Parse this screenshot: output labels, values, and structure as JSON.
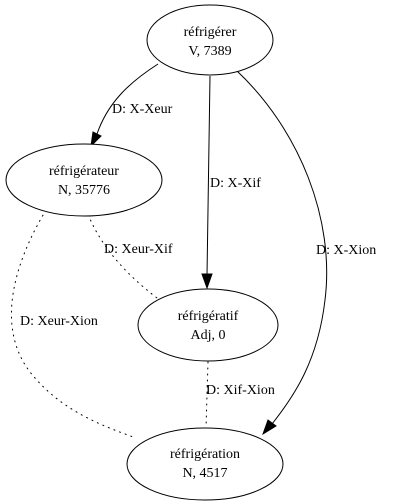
{
  "nodes": {
    "refrigerer": {
      "word": "réfrigérer",
      "info": "V, 7389"
    },
    "refrigerateur": {
      "word": "réfrigérateur",
      "info": "N, 35776"
    },
    "refrigeratif": {
      "word": "réfrigératif",
      "info": "Adj, 0"
    },
    "refrigeration": {
      "word": "réfrigération",
      "info": "N, 4517"
    }
  },
  "edges": {
    "refrigerer_to_refrigerateur": "D: X-Xeur",
    "refrigerer_to_refrigeratif": "D: X-Xif",
    "refrigerer_to_refrigeration": "D: X-Xion",
    "refrigerateur_refrigeratif": "D: Xeur-Xif",
    "refrigerateur_refrigeration": "D: Xeur-Xion",
    "refrigeratif_refrigeration": "D: Xif-Xion"
  }
}
